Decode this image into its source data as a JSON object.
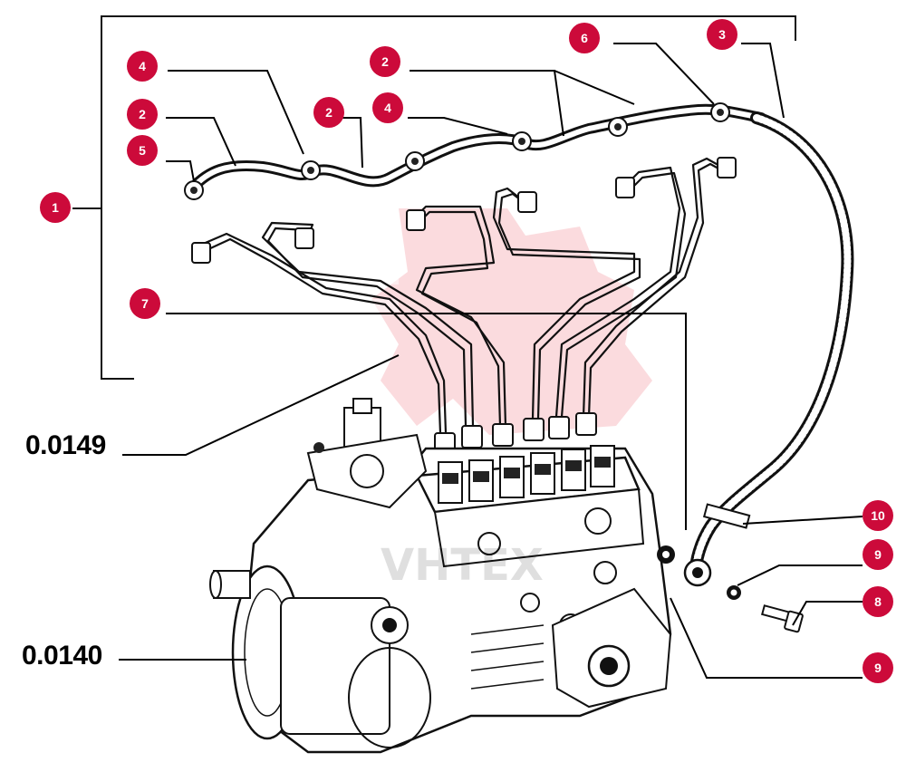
{
  "diagram": {
    "part_numbers": {
      "upper": "0.0149",
      "lower": "0.0140"
    },
    "callouts": [
      {
        "id": "c1",
        "label": "1"
      },
      {
        "id": "c2a",
        "label": "2"
      },
      {
        "id": "c2b",
        "label": "2"
      },
      {
        "id": "c2c",
        "label": "2"
      },
      {
        "id": "c3",
        "label": "3"
      },
      {
        "id": "c4a",
        "label": "4"
      },
      {
        "id": "c4b",
        "label": "4"
      },
      {
        "id": "c5",
        "label": "5"
      },
      {
        "id": "c6",
        "label": "6"
      },
      {
        "id": "c7",
        "label": "7"
      },
      {
        "id": "c8",
        "label": "8"
      },
      {
        "id": "c9a",
        "label": "9"
      },
      {
        "id": "c9b",
        "label": "9"
      },
      {
        "id": "c10",
        "label": "10"
      }
    ],
    "callout_color": "#cc0a3a",
    "watermark_color": "#e8202f"
  }
}
